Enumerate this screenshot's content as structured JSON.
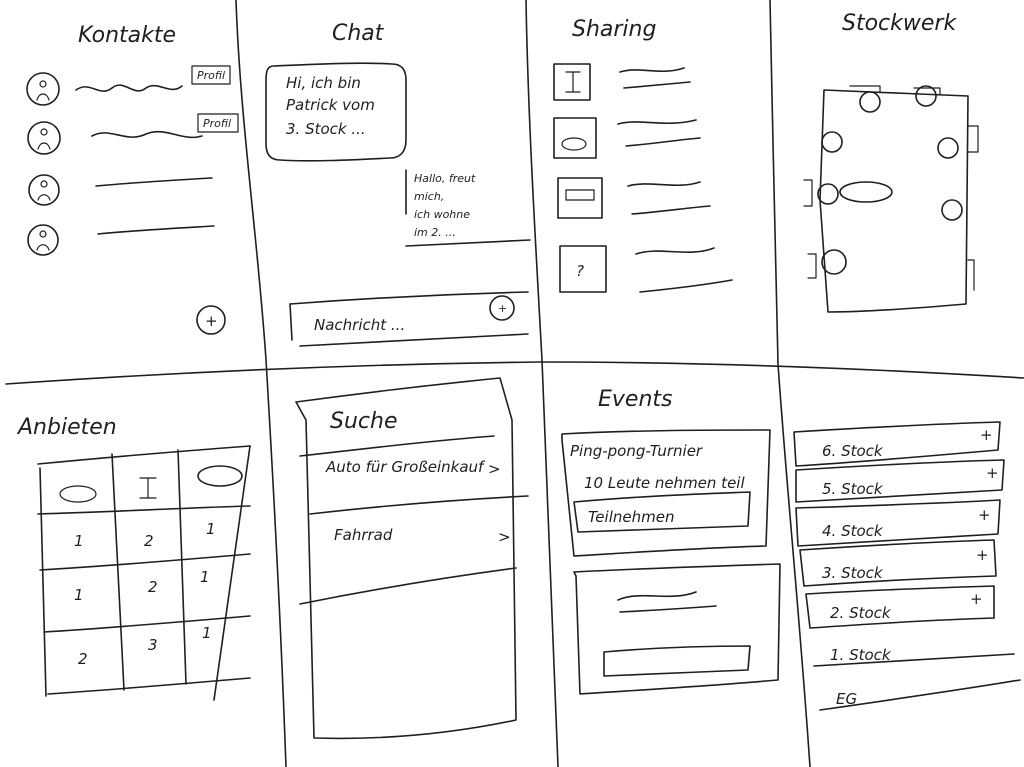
{
  "panels": {
    "kontakte": {
      "title": "Kontakte",
      "profile_buttons": [
        "Profil",
        "Profil"
      ],
      "add_symbol": "+"
    },
    "chat": {
      "title": "Chat",
      "bubble_in": [
        "Hi, ich bin",
        "Patrick vom",
        "3. Stock ..."
      ],
      "bubble_out": [
        "Hallo, freut",
        "mich,",
        "ich wohne",
        "im 2. ..."
      ],
      "input_placeholder": "Nachricht ...",
      "send_symbol": "+"
    },
    "sharing": {
      "title": "Sharing",
      "unknown_item_symbol": "?"
    },
    "stockwerk": {
      "title": "Stockwerk"
    },
    "anbieten": {
      "title": "Anbieten",
      "numbers": [
        "1",
        "2",
        "1",
        "1",
        "2",
        "1",
        "2",
        "3",
        "1"
      ]
    },
    "suche": {
      "title": "Suche",
      "items": [
        {
          "label": "Auto für Großeinkauf",
          "chevron": ">"
        },
        {
          "label": "Fahrrad",
          "chevron": ">"
        }
      ]
    },
    "events": {
      "title": "Events",
      "card_lines": [
        "Ping-pong-Turnier",
        "10 Leute nehmen teil"
      ],
      "join_button": "Teilnehmen"
    },
    "floors": {
      "items": [
        {
          "label": "6. Stock",
          "add": "+"
        },
        {
          "label": "5. Stock",
          "add": "+"
        },
        {
          "label": "4. Stock",
          "add": "+"
        },
        {
          "label": "3. Stock",
          "add": "+"
        },
        {
          "label": "2. Stock",
          "add": "+"
        },
        {
          "label": "1. Stock",
          "add": ""
        },
        {
          "label": "EG",
          "add": ""
        }
      ]
    }
  }
}
